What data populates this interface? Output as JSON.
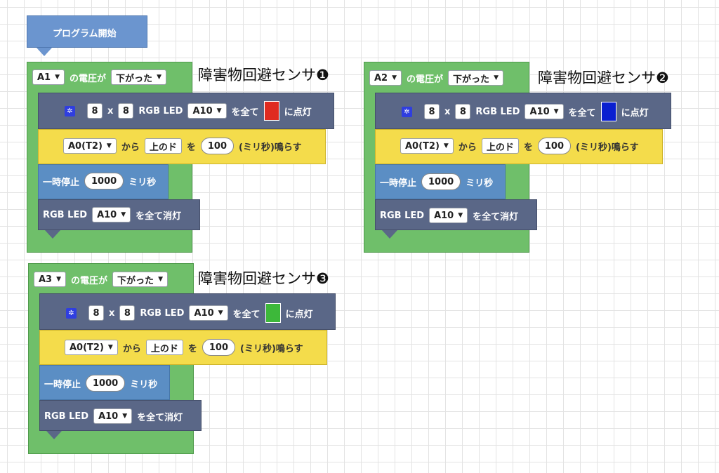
{
  "program_start": {
    "label": "プログラム開始"
  },
  "groups": [
    {
      "title": "障害物回避センサ❶",
      "pin": "A1",
      "voltage_label": "の電圧が",
      "condition": "下がった",
      "led": {
        "rows": "8",
        "x": "x",
        "cols": "8",
        "label": "RGB LED",
        "pin": "A10",
        "all_label": "を全て",
        "color": "#e02b20",
        "on_label": "に点灯"
      },
      "sound": {
        "pin": "A0(T2)",
        "from": "から",
        "note": "上のド",
        "wo": "を",
        "ms": "100",
        "suffix": "(ミリ秒)鳴らす"
      },
      "pause": {
        "label": "一時停止",
        "ms": "1000",
        "unit": "ミリ秒"
      },
      "off": {
        "label": "RGB LED",
        "pin": "A10",
        "suffix": "を全て消灯"
      }
    },
    {
      "title": "障害物回避センサ❷",
      "pin": "A2",
      "voltage_label": "の電圧が",
      "condition": "下がった",
      "led": {
        "rows": "8",
        "x": "x",
        "cols": "8",
        "label": "RGB LED",
        "pin": "A10",
        "all_label": "を全て",
        "color": "#0a1fd0",
        "on_label": "に点灯"
      },
      "sound": {
        "pin": "A0(T2)",
        "from": "から",
        "note": "上のド",
        "wo": "を",
        "ms": "100",
        "suffix": "(ミリ秒)鳴らす"
      },
      "pause": {
        "label": "一時停止",
        "ms": "1000",
        "unit": "ミリ秒"
      },
      "off": {
        "label": "RGB LED",
        "pin": "A10",
        "suffix": "を全て消灯"
      }
    },
    {
      "title": "障害物回避センサ❸",
      "pin": "A3",
      "voltage_label": "の電圧が",
      "condition": "下がった",
      "led": {
        "rows": "8",
        "x": "x",
        "cols": "8",
        "label": "RGB LED",
        "pin": "A10",
        "all_label": "を全て",
        "color": "#3db83a",
        "on_label": "に点灯"
      },
      "sound": {
        "pin": "A0(T2)",
        "from": "から",
        "note": "上のド",
        "wo": "を",
        "ms": "100",
        "suffix": "(ミリ秒)鳴らす"
      },
      "pause": {
        "label": "一時停止",
        "ms": "1000",
        "unit": "ミリ秒"
      },
      "off": {
        "label": "RGB LED",
        "pin": "A10",
        "suffix": "を全て消灯"
      }
    }
  ]
}
